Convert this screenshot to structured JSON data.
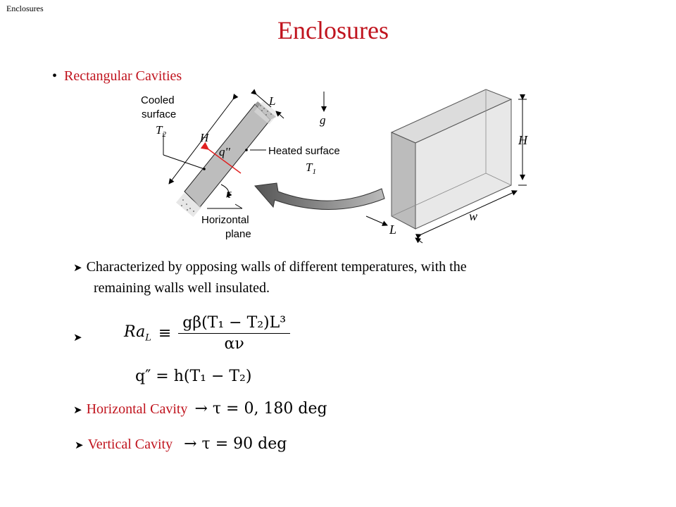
{
  "header": {
    "label": "Enclosures"
  },
  "title": "Enclosures",
  "bullet": {
    "text": "Rectangular Cavities"
  },
  "figure": {
    "cooled_line1": "Cooled",
    "cooled_line2": "surface",
    "t2": "T",
    "t2_sub": "2",
    "heated": "Heated surface",
    "t1": "T",
    "t1_sub": "1",
    "h": "H",
    "l": "L",
    "g": "g",
    "q": "q''",
    "tau": "τ",
    "horiz1": "Horizontal",
    "horiz2": "plane",
    "H_right": "H",
    "w": "w",
    "L_right": "L"
  },
  "points": {
    "p1_line1": "Characterized by opposing walls of different temperatures, with the",
    "p1_line2": "remaining walls well insulated.",
    "ra_lhs": "Ra",
    "ra_sub": "L",
    "ra_equiv": "≡",
    "ra_num": "gβ(T₁ − T₂)L³",
    "ra_den": "αν",
    "q_eq": "q″ = h(T₁ − T₂)",
    "horizontal_label": "Horizontal Cavity",
    "horizontal_math": "→ τ = 0, 180 deg",
    "vertical_label": "Vertical Cavity",
    "vertical_math": "→ τ = 90 deg"
  },
  "colors": {
    "accent": "#c0141e",
    "red_arrow": "#e02020"
  }
}
